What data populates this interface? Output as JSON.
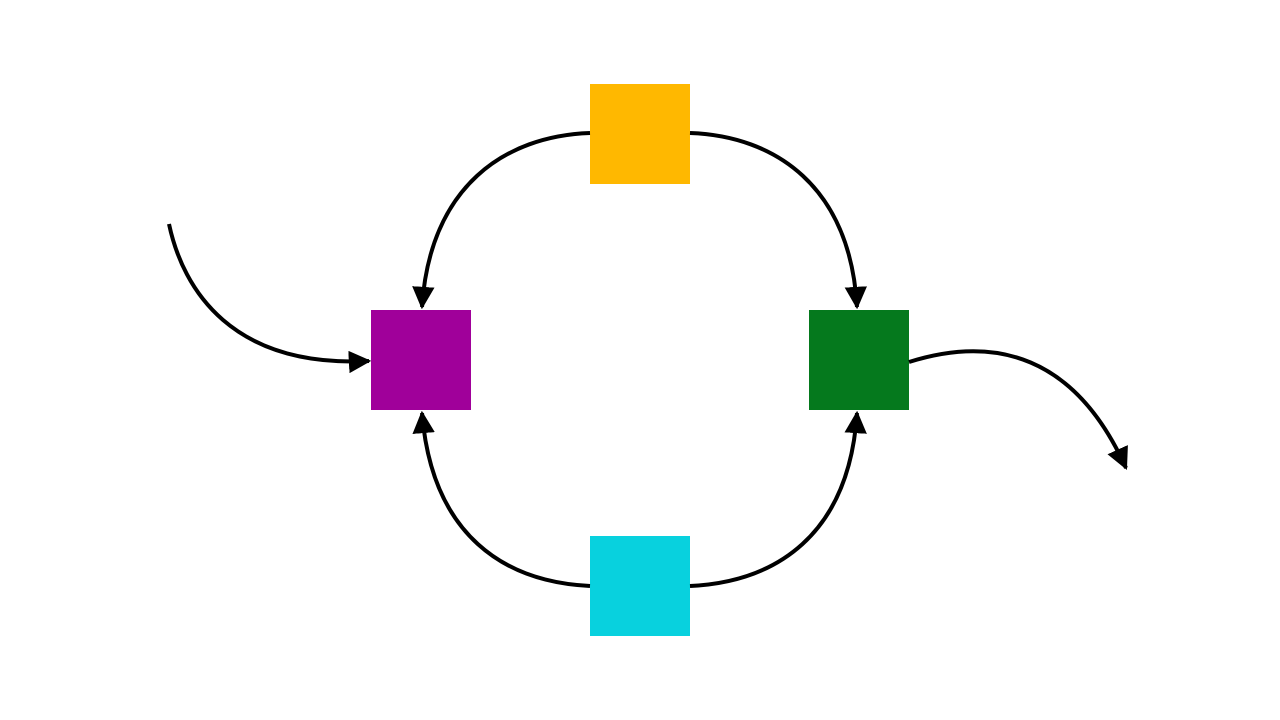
{
  "diagram": {
    "nodes": [
      {
        "id": "top",
        "color": "#FFB800"
      },
      {
        "id": "left",
        "color": "#A0009A"
      },
      {
        "id": "right",
        "color": "#05791D"
      },
      {
        "id": "bottom",
        "color": "#08D1DE"
      }
    ],
    "edges": [
      {
        "from": "entry",
        "to": "left"
      },
      {
        "from": "top",
        "to": "left"
      },
      {
        "from": "top",
        "to": "right"
      },
      {
        "from": "bottom",
        "to": "left"
      },
      {
        "from": "bottom",
        "to": "right"
      },
      {
        "from": "right",
        "to": "exit"
      }
    ],
    "edge_color": "#000000",
    "background": "#FFFFFF"
  }
}
